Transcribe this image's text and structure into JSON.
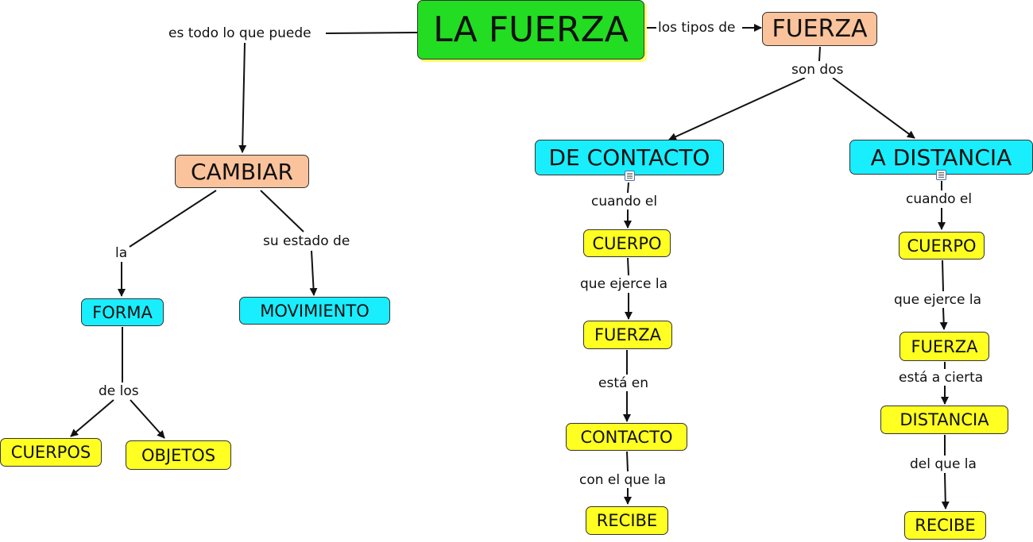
{
  "colors": {
    "green": "#22dd22",
    "orange": "#fbc39b",
    "cyan": "#19eeff",
    "yellow": "#ffff22",
    "shadow": "#ffff66",
    "line": "#111111"
  },
  "nodes": {
    "la_fuerza": "LA FUERZA",
    "fuerza_tipos": "FUERZA",
    "cambiar": "CAMBIAR",
    "forma": "FORMA",
    "movimiento": "MOVIMIENTO",
    "cuerpos": "CUERPOS",
    "objetos": "OBJETOS",
    "de_contacto": "DE CONTACTO",
    "a_distancia": "A DISTANCIA",
    "contacto_cuerpo": "CUERPO",
    "contacto_fuerza": "FUERZA",
    "contacto_contacto": "CONTACTO",
    "contacto_recibe": "RECIBE",
    "distancia_cuerpo": "CUERPO",
    "distancia_fuerza": "FUERZA",
    "distancia_distancia": "DISTANCIA",
    "distancia_recibe": "RECIBE"
  },
  "links": {
    "es_todo": "es todo  lo que puede",
    "los_tipos_de": "los tipos de",
    "son_dos": "son dos",
    "la": "la",
    "su_estado_de": "su estado de",
    "de_los": "de los",
    "contacto_cuando_el": "cuando el",
    "contacto_que_ejerce": "que ejerce la",
    "contacto_esta_en": "está en",
    "contacto_con_el_que": "con el que la",
    "distancia_cuando_el": "cuando el",
    "distancia_que_ejerce": "que ejerce la",
    "distancia_esta_a_cierta": "está a cierta",
    "distancia_del_que_la": "del que la"
  }
}
